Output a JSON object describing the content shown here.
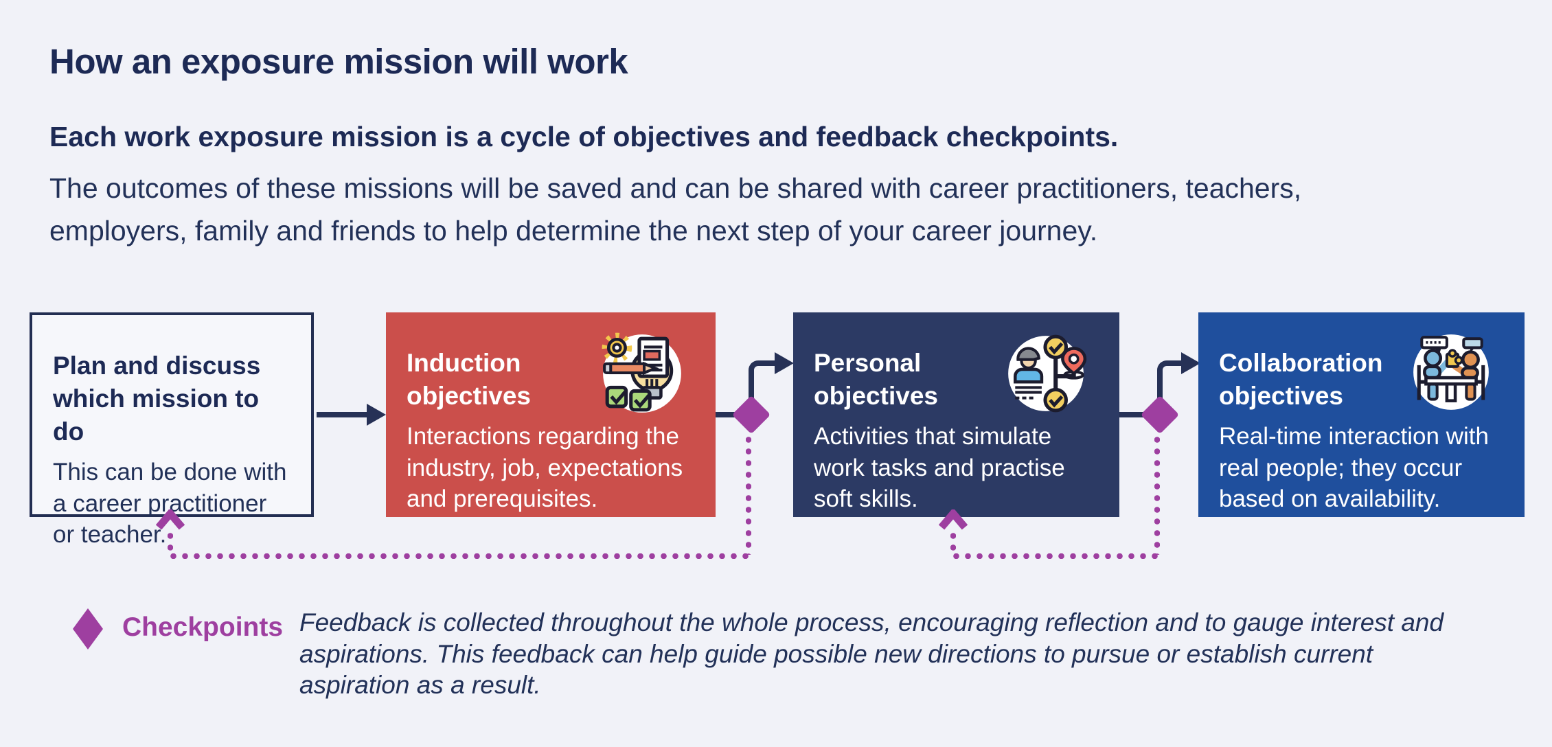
{
  "page": {
    "title": "How an exposure mission will work",
    "subtitle": "Each work exposure mission is a cycle of objectives and feedback checkpoints.",
    "description": "The outcomes of these missions will be saved and can be shared with career practitioners, teachers, employers, family and friends to help determine the next step of your career journey."
  },
  "flow": {
    "steps": [
      {
        "id": "plan",
        "title": "Plan and discuss which mission to do",
        "description": "This can be done with a career practitioner or teacher.",
        "style": "outline",
        "icon": null
      },
      {
        "id": "induction",
        "title": "Induction objectives",
        "description": "Interactions regarding the industry, job, expectations and prerequisites.",
        "style": "red",
        "icon": "induction-tools-icon"
      },
      {
        "id": "personal",
        "title": "Personal objectives",
        "description": "Activities that simulate work tasks and practise soft skills.",
        "style": "navy",
        "icon": "personal-journey-icon"
      },
      {
        "id": "collaboration",
        "title": "Collaboration objectives",
        "description": "Real-time interaction with real people; they occur based on availability.",
        "style": "blue",
        "icon": "collaboration-people-icon"
      }
    ]
  },
  "legend": {
    "label": "Checkpoints",
    "description": "Feedback is collected throughout the whole process, encouraging reflection and to gauge interest and aspirations. This feedback can help guide possible new directions to pursue or establish current aspiration as a result."
  },
  "colors": {
    "background": "#f1f2f8",
    "text_navy": "#1d2a55",
    "connector_navy": "#263156",
    "box_red": "#cb4f4b",
    "box_navy": "#2c3a64",
    "box_blue": "#1f4f9d",
    "checkpoint_purple": "#9e3fa0",
    "outline_box_bg": "#f6f7fb"
  }
}
